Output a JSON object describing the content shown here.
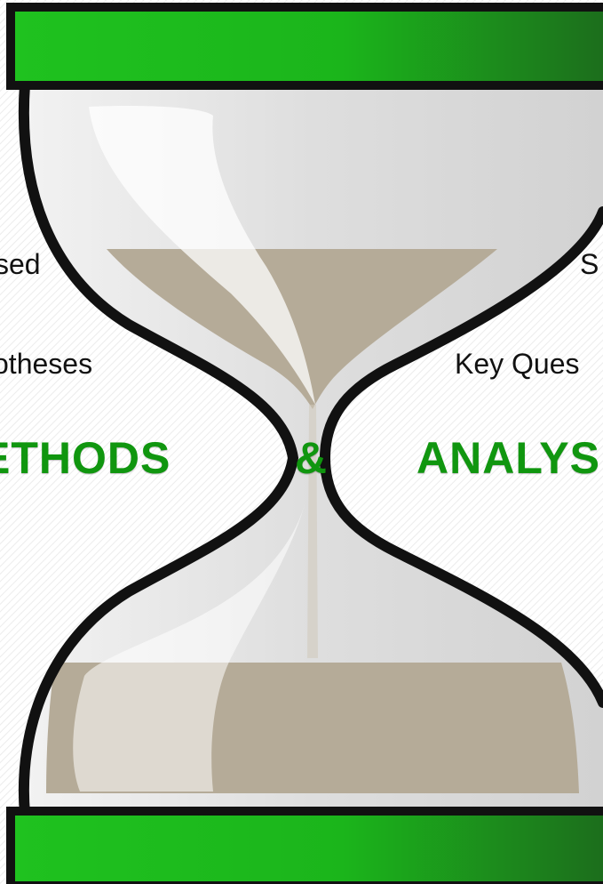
{
  "colors": {
    "accent": "#10960f",
    "band_green": "#1fc21f",
    "band_dark": "#1c6b1c",
    "sand": "#b5ab98",
    "glass": "#dcdcdc",
    "frame": "#111111"
  },
  "labels": {
    "left_1": "sed",
    "left_2": "otheses",
    "right_1": "S",
    "right_2": "Key Ques",
    "left_3": "ETHODS",
    "amp": "&",
    "right_3": "ANALYS"
  }
}
